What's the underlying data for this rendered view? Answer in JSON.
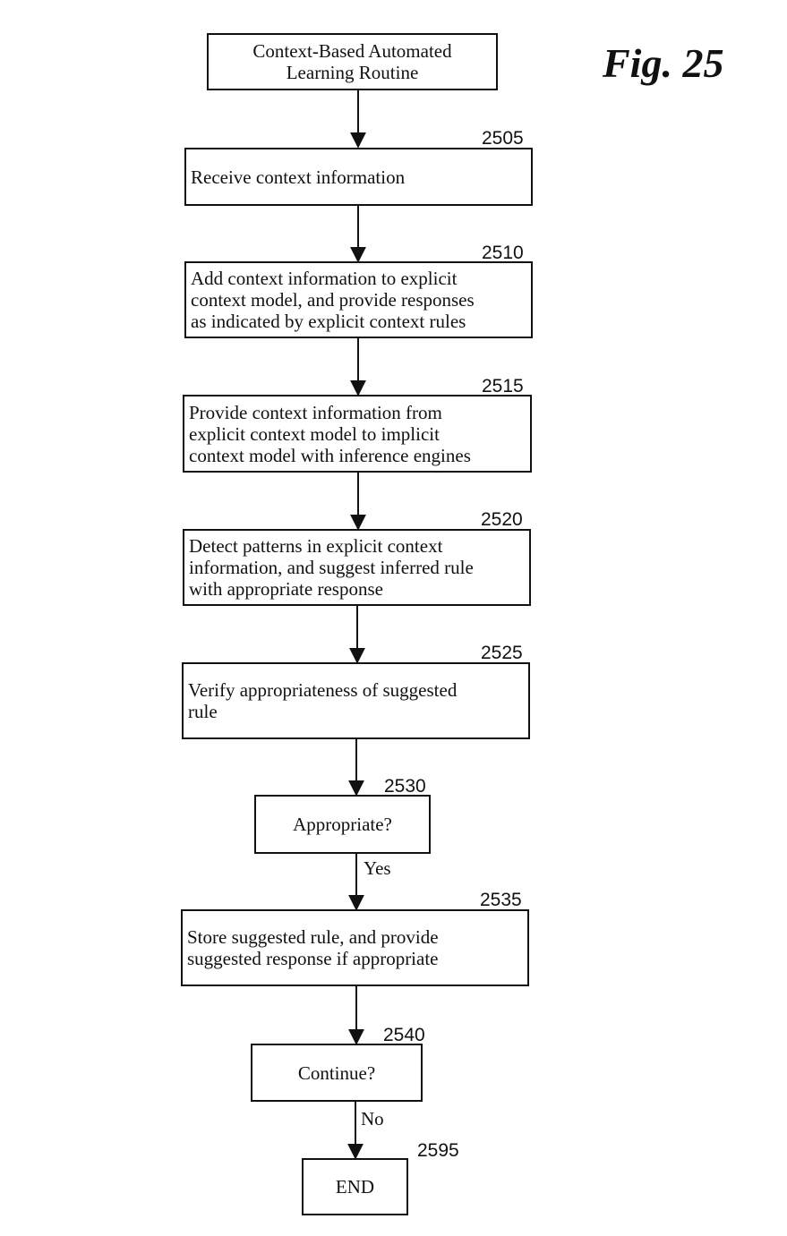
{
  "figure_label": "Fig. 25",
  "start": {
    "lines": [
      "Context-Based Automated",
      "Learning Routine"
    ]
  },
  "steps": [
    {
      "ref": "2505",
      "lines": [
        "Receive context information"
      ]
    },
    {
      "ref": "2510",
      "lines": [
        "Add context information to explicit",
        "context model, and provide responses",
        "as indicated by explicit context rules"
      ]
    },
    {
      "ref": "2515",
      "lines": [
        "Provide context information from",
        "explicit context model to implicit",
        "context model with inference engines"
      ]
    },
    {
      "ref": "2520",
      "lines": [
        "Detect patterns in explicit context",
        "information, and suggest inferred rule",
        "with appropriate response"
      ]
    },
    {
      "ref": "2525",
      "lines": [
        "Verify appropriateness of suggested",
        "rule"
      ]
    },
    {
      "ref": "2530",
      "lines": [
        "Appropriate?"
      ]
    },
    {
      "ref": "2535",
      "lines": [
        "Store suggested rule, and provide",
        "suggested response if appropriate"
      ]
    },
    {
      "ref": "2540",
      "lines": [
        "Continue?"
      ]
    },
    {
      "ref": "2595",
      "lines": [
        "END"
      ]
    }
  ],
  "edge_labels": {
    "yes": "Yes",
    "no": "No"
  }
}
